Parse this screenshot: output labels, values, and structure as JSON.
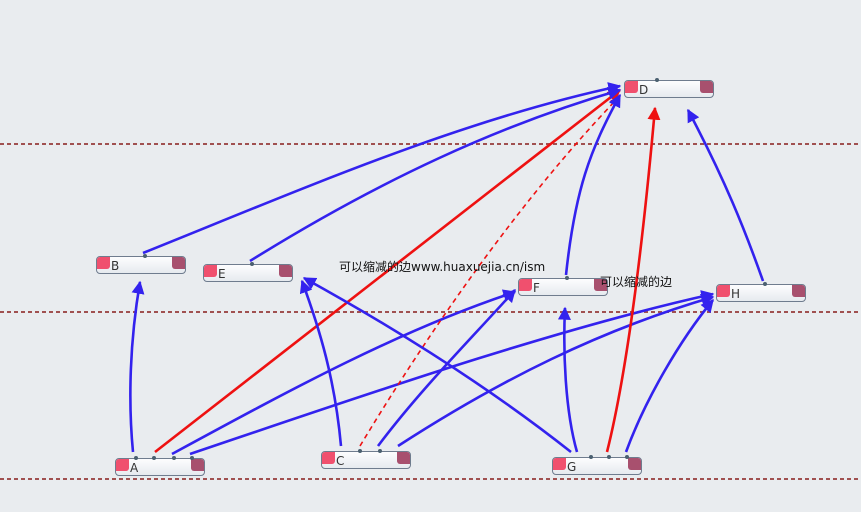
{
  "nodes": {
    "A": {
      "label": "A"
    },
    "B": {
      "label": "B"
    },
    "C": {
      "label": "C"
    },
    "D": {
      "label": "D"
    },
    "E": {
      "label": "E"
    },
    "F": {
      "label": "F"
    },
    "G": {
      "label": "G"
    },
    "H": {
      "label": "H"
    }
  },
  "captions": {
    "center": "可以缩减的边www.huaxuejia.cn/ism",
    "right": "可以缩减的边"
  },
  "edges": [
    {
      "from": "A",
      "to": "B",
      "color": "blue",
      "style": "solid"
    },
    {
      "from": "A",
      "to": "D",
      "color": "red",
      "style": "solid"
    },
    {
      "from": "A",
      "to": "F",
      "color": "blue",
      "style": "solid"
    },
    {
      "from": "A",
      "to": "H",
      "color": "blue",
      "style": "solid"
    },
    {
      "from": "B",
      "to": "D",
      "color": "blue",
      "style": "solid"
    },
    {
      "from": "E",
      "to": "D",
      "color": "blue",
      "style": "solid"
    },
    {
      "from": "C",
      "to": "E",
      "color": "blue",
      "style": "solid"
    },
    {
      "from": "C",
      "to": "D",
      "color": "red",
      "style": "dashed"
    },
    {
      "from": "C",
      "to": "F",
      "color": "blue",
      "style": "solid"
    },
    {
      "from": "C",
      "to": "H",
      "color": "blue",
      "style": "solid"
    },
    {
      "from": "F",
      "to": "D",
      "color": "blue",
      "style": "solid"
    },
    {
      "from": "H",
      "to": "D",
      "color": "blue",
      "style": "solid"
    },
    {
      "from": "G",
      "to": "E",
      "color": "blue",
      "style": "solid"
    },
    {
      "from": "G",
      "to": "F",
      "color": "blue",
      "style": "solid"
    },
    {
      "from": "G",
      "to": "D",
      "color": "red",
      "style": "solid"
    },
    {
      "from": "G",
      "to": "H",
      "color": "blue",
      "style": "solid"
    }
  ],
  "colors": {
    "blue": "#3322ee",
    "red": "#ee1111",
    "level_divider": "#a05050"
  }
}
